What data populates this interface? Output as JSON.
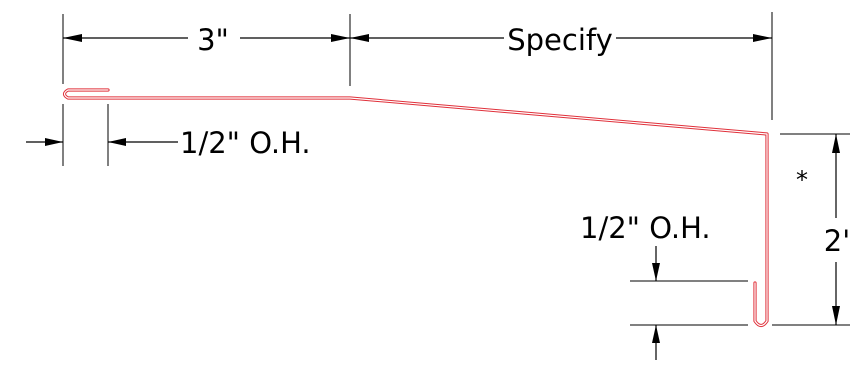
{
  "dimensions": {
    "top_left_width": "3\"",
    "top_right_width": "Specify",
    "left_overhang": "1/2\" O.H.",
    "right_overhang": "1/2\" O.H.",
    "vertical_height": "2'",
    "note_marker": "*"
  },
  "colors": {
    "profile_outer": "#e0303a",
    "profile_inner": "#f4a0a4",
    "dimension_lines": "#000000",
    "background": "#ffffff"
  }
}
